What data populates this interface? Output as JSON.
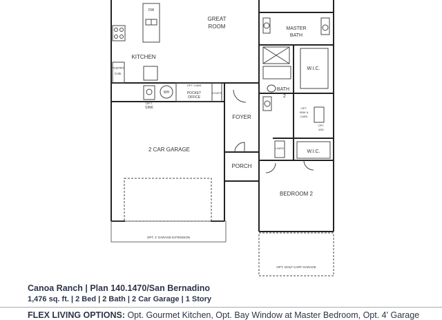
{
  "plan": {
    "rooms": {
      "great_room_1": "GREAT",
      "great_room_2": "ROOM",
      "master_bath_1": "MASTER",
      "master_bath_2": "BATH",
      "wic_master": "W.I.C.",
      "kitchen": "KITCHEN",
      "pantry_1": "PANTRY",
      "pantry_2": "CAB.",
      "bath2_1": "BATH",
      "bath2_2": "2",
      "foyer": "FOYER",
      "garage": "2 CAR GARAGE",
      "porch": "PORCH",
      "wic_bed2": "W.I.C.",
      "bedroom2": "BEDROOM 2",
      "linen": "LINEN"
    },
    "notes": {
      "dw": "DW",
      "wh": "WH",
      "opt_sink_1": "OPT.",
      "opt_sink_2": "SINK",
      "opt_cabs": "OPT. CABS",
      "pocket_1": "POCKET",
      "pocket_2": "OFFICE",
      "coats": "COATS",
      "opt_sink_cabs_1": "OPT.",
      "opt_sink_cabs_2": "SINK &",
      "opt_sink_cabs_3": "CABS",
      "opt_wd_1": "OPT.",
      "opt_wd_2": "W/D",
      "garage_extension": "OPT. 4' GARAGE EXTENSION",
      "golf_cart": "OPT. GOLF CART GARAGE"
    }
  },
  "caption": {
    "title": "Canoa Ranch | Plan 140.1470/San Bernadino",
    "specs": "1,476 sq. ft. | 2 Bed | 2 Bath | 2 Car Garage | 1 Story",
    "flex_label": "FLEX LIVING OPTIONS:",
    "flex_text": " Opt. Gourmet Kitchen, Opt. Bay Window at Master Bedroom, Opt. 4' Garage"
  }
}
